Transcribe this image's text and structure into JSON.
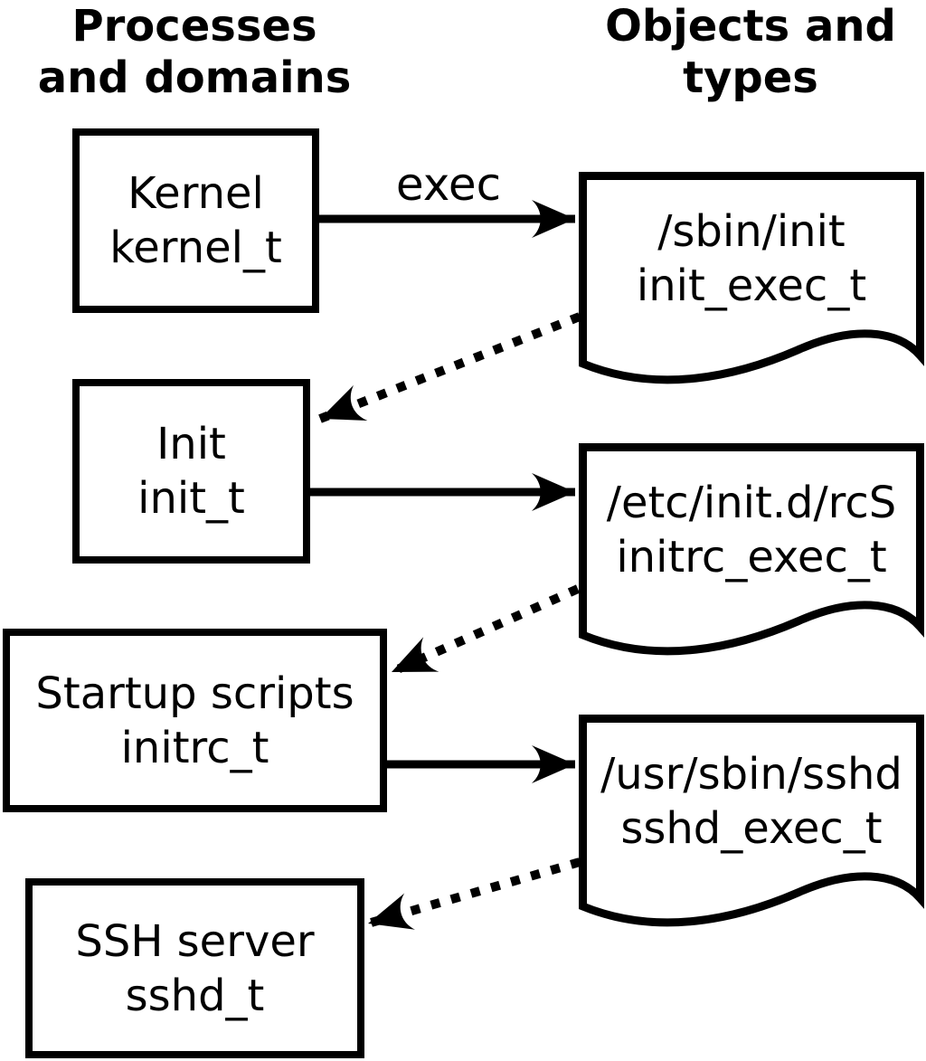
{
  "diagram": {
    "headers": {
      "left_line1": "Processes",
      "left_line2": "and domains",
      "right_line1": "Objects and",
      "right_line2": "types"
    },
    "edge_label": "exec",
    "processes": [
      {
        "label": "Kernel",
        "type": "kernel_t"
      },
      {
        "label": "Init",
        "type": "init_t"
      },
      {
        "label": "Startup scripts",
        "type": "initrc_t"
      },
      {
        "label": "SSH server",
        "type": "sshd_t"
      }
    ],
    "objects": [
      {
        "path": "/sbin/init",
        "type": "init_exec_t"
      },
      {
        "path": "/etc/init.d/rcS",
        "type": "initrc_exec_t"
      },
      {
        "path": "/usr/sbin/sshd",
        "type": "sshd_exec_t"
      }
    ],
    "colors": {
      "stroke": "#000000",
      "fill": "#ffffff",
      "text": "#000000",
      "background": "#ffffff"
    }
  }
}
